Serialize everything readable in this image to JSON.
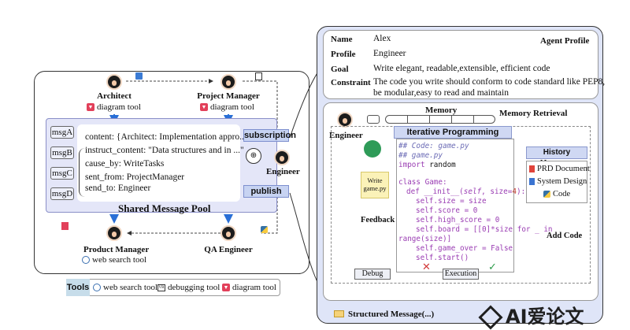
{
  "left": {
    "architect": {
      "name": "Architect",
      "tool": "diagram tool"
    },
    "project_manager": {
      "name": "Project Manager",
      "tool": "diagram tool"
    },
    "product_manager": {
      "name": "Product Manager",
      "tool": "web search tool"
    },
    "qa_engineer": {
      "name": "QA Engineer"
    },
    "engineer": {
      "name": "Engineer"
    },
    "messages": [
      "msgA",
      "msgB",
      "msgC",
      "msgD"
    ],
    "message_fields": [
      "content: {Architect: Implementation appro...}",
      "instruct_content: \"Data structures and in ...\"",
      "cause_by: WriteTasks",
      "sent_from: ProjectManager",
      "send_to: Engineer"
    ],
    "subscription": "subscription",
    "publish": "publish",
    "pool_title": "Shared Message Pool"
  },
  "tools": {
    "label": "Tools",
    "items": [
      "web search tool",
      "debugging tool",
      "diagram tool"
    ]
  },
  "profile": {
    "title": "Agent Profile",
    "rows": [
      {
        "key": "Name",
        "value": "Alex"
      },
      {
        "key": "Profile",
        "value": "Engineer"
      },
      {
        "key": "Goal",
        "value": "Write elegant, readable,extensible, efficient code"
      },
      {
        "key": "Constraint",
        "value": "The code you write should conform to code standard like PEP8,"
      },
      {
        "key": "",
        "value": "be modular,easy to read and maintain"
      }
    ]
  },
  "workflow": {
    "memory": "Memory",
    "memory_retrieval": "Memory Retrieval",
    "engineer": "Engineer",
    "iterative_programming": "Iterative Programming",
    "history_title": "History Message",
    "history_items": [
      "PRD Document",
      "System Design",
      "Code"
    ],
    "write_note": "Write game.py",
    "feedback": "Feedback",
    "add_code": "Add Code",
    "debug": "Debug",
    "execution": "Execution",
    "structured_message": "Structured Message(...)"
  },
  "code": {
    "l1": "## Code: game.py",
    "l2": "## game.py",
    "l3a": "import",
    "l3b": " random",
    "l4a": "class",
    "l4b": " Game:",
    "l5a": "def",
    "l5b": " __init__(",
    "l5c": "self",
    "l5d": ", size=",
    "l5e": "4",
    "l5f": "):",
    "l6": "self.size = size",
    "l7": "self.score = 0",
    "l8": "self.high_score = 0",
    "l9": "self.board = [[0]*size for _ in",
    "l10": "range(size)]",
    "l11": "self.game_over = False",
    "l12": "self.start()"
  },
  "watermark": "AI爱论文"
}
